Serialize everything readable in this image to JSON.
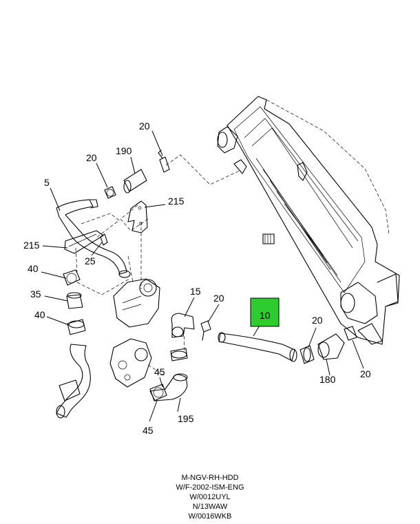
{
  "highlight": {
    "label": "10",
    "fill": "#2ecc2e"
  },
  "callouts": [
    {
      "id": "c20a",
      "text": "20"
    },
    {
      "id": "c190",
      "text": "190"
    },
    {
      "id": "c20b",
      "text": "20"
    },
    {
      "id": "c5",
      "text": "5"
    },
    {
      "id": "c215a",
      "text": "215"
    },
    {
      "id": "c215b",
      "text": "215"
    },
    {
      "id": "c25",
      "text": "25"
    },
    {
      "id": "c40a",
      "text": "40"
    },
    {
      "id": "c35",
      "text": "35"
    },
    {
      "id": "c40b",
      "text": "40"
    },
    {
      "id": "c15",
      "text": "15"
    },
    {
      "id": "c20c",
      "text": "20"
    },
    {
      "id": "c20d",
      "text": "20"
    },
    {
      "id": "c180",
      "text": "180"
    },
    {
      "id": "c20e",
      "text": "20"
    },
    {
      "id": "c45a",
      "text": "45"
    },
    {
      "id": "c195",
      "text": "195"
    },
    {
      "id": "c45b",
      "text": "45"
    }
  ],
  "footer": {
    "lines": [
      "M-NGV-RH-HDD",
      "W/F-2002-ISM-ENG",
      "W/0012UYL",
      "N/13WAW",
      "W/0016WKB"
    ]
  }
}
